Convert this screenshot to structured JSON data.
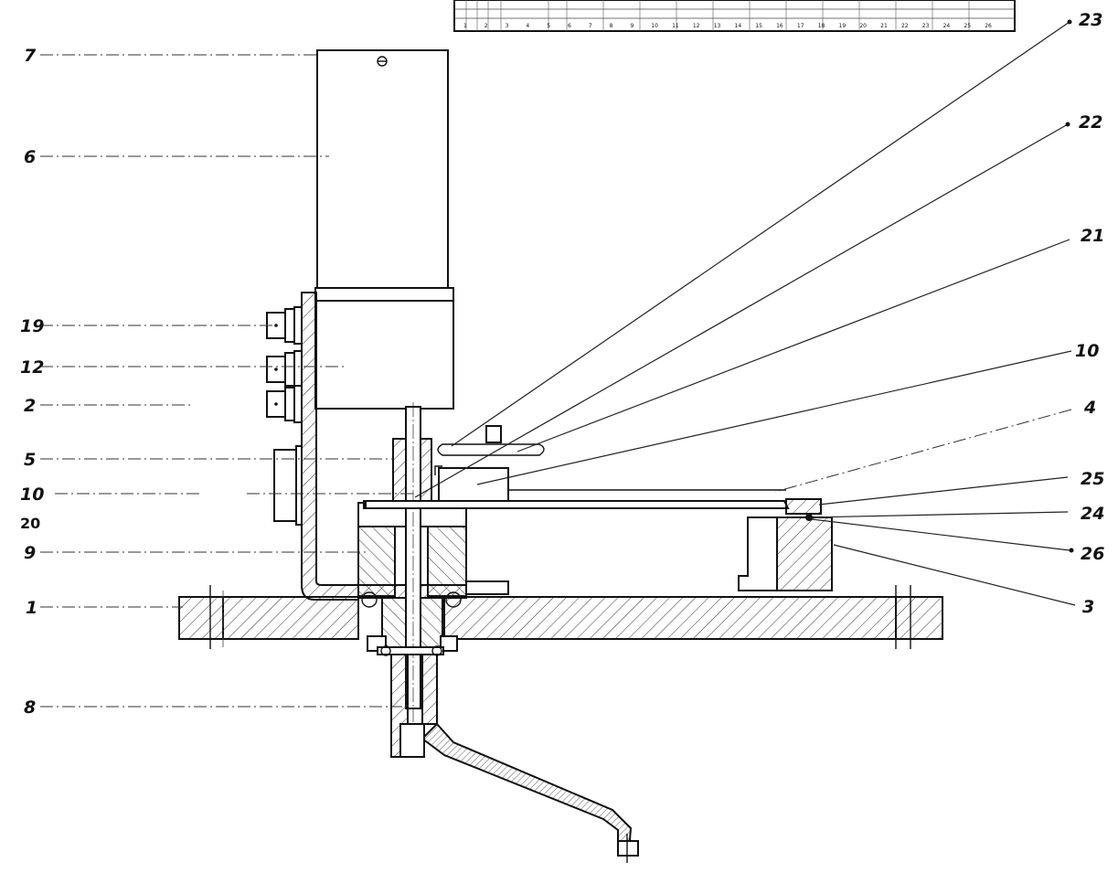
{
  "labels_left": [
    "7",
    "6",
    "19",
    "12",
    "2",
    "5",
    "10",
    "20",
    "9",
    "1",
    "8"
  ],
  "labels_right": [
    "23",
    "22",
    "21",
    "10",
    "4",
    "25",
    "24",
    "26",
    "3"
  ],
  "table_text": [
    "1",
    "2",
    "3",
    "4",
    "5",
    "6",
    "7",
    "8",
    "9",
    "10",
    "11",
    "12",
    "13",
    "14",
    "15",
    "16",
    "17",
    "18",
    "19",
    "20",
    "21",
    "22",
    "23",
    "24",
    "25",
    "26"
  ]
}
